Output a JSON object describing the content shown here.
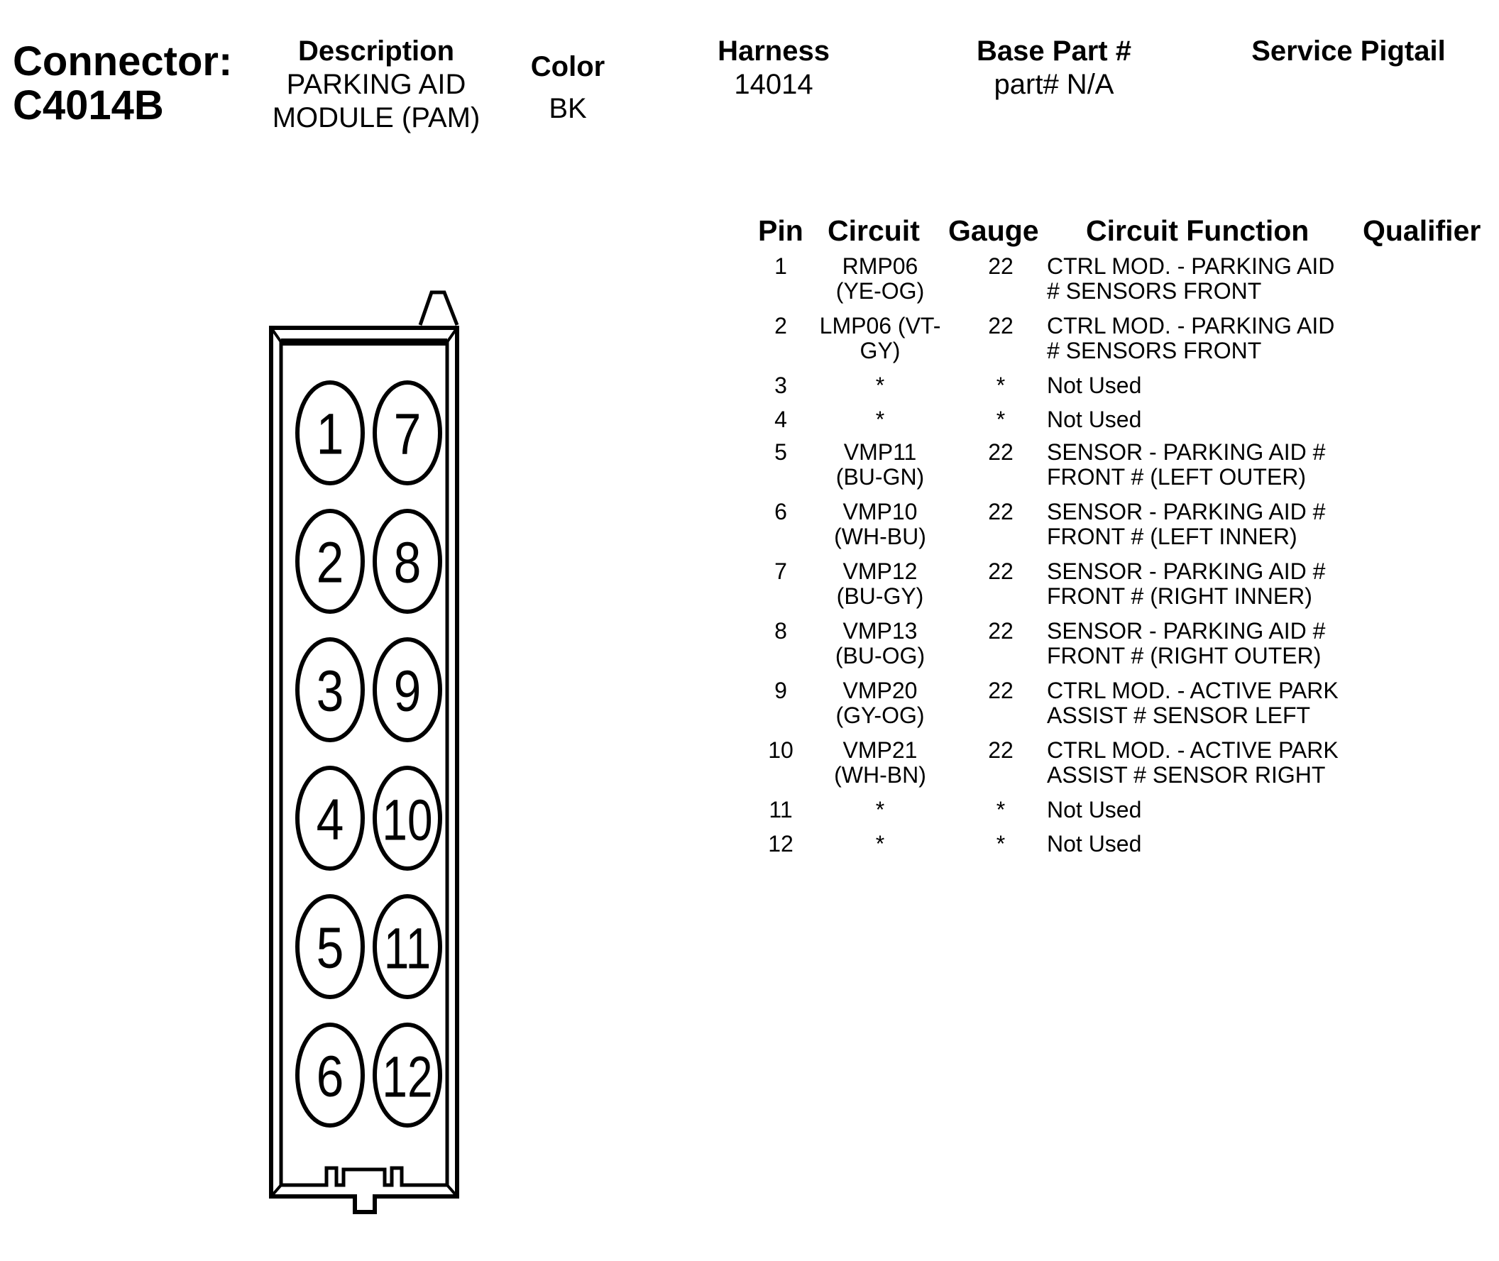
{
  "connector": {
    "label": "Connector:",
    "id": "C4014B"
  },
  "description": {
    "label": "Description",
    "line1": "PARKING AID",
    "line2": "MODULE (PAM)"
  },
  "color": {
    "label": "Color",
    "value": "BK"
  },
  "harness": {
    "label": "Harness",
    "value": "14014"
  },
  "base_part": {
    "label": "Base Part #",
    "value": "part# N/A"
  },
  "service_pigtail": {
    "label": "Service Pigtail",
    "value": ""
  },
  "diagram": {
    "left_column_pins": [
      "1",
      "2",
      "3",
      "4",
      "5",
      "6"
    ],
    "right_column_pins": [
      "7",
      "8",
      "9",
      "10",
      "11",
      "12"
    ]
  },
  "table": {
    "headers": {
      "pin": "Pin",
      "circuit": "Circuit",
      "gauge": "Gauge",
      "function": "Circuit Function",
      "qualifier": "Qualifier"
    },
    "rows": [
      {
        "pin": "1",
        "circuit": [
          "RMP06",
          "(YE-OG)"
        ],
        "gauge": "22",
        "function": [
          "CTRL MOD. - PARKING AID",
          "# SENSORS FRONT"
        ],
        "qualifier": ""
      },
      {
        "pin": "2",
        "circuit": [
          "LMP06 (VT-",
          "GY)"
        ],
        "gauge": "22",
        "function": [
          "CTRL MOD. - PARKING AID",
          "# SENSORS FRONT"
        ],
        "qualifier": ""
      },
      {
        "pin": "3",
        "circuit": [
          "*"
        ],
        "gauge": "*",
        "function": [
          "Not Used"
        ],
        "qualifier": ""
      },
      {
        "pin": "4",
        "circuit": [
          "*"
        ],
        "gauge": "*",
        "function": [
          "Not Used"
        ],
        "qualifier": ""
      },
      {
        "pin": "5",
        "circuit": [
          "VMP11",
          "(BU-GN)"
        ],
        "gauge": "22",
        "function": [
          "SENSOR - PARKING AID #",
          "FRONT # (LEFT OUTER)"
        ],
        "qualifier": ""
      },
      {
        "pin": "6",
        "circuit": [
          "VMP10",
          "(WH-BU)"
        ],
        "gauge": "22",
        "function": [
          "SENSOR - PARKING AID #",
          "FRONT # (LEFT INNER)"
        ],
        "qualifier": ""
      },
      {
        "pin": "7",
        "circuit": [
          "VMP12",
          "(BU-GY)"
        ],
        "gauge": "22",
        "function": [
          "SENSOR - PARKING AID #",
          "FRONT # (RIGHT INNER)"
        ],
        "qualifier": ""
      },
      {
        "pin": "8",
        "circuit": [
          "VMP13",
          "(BU-OG)"
        ],
        "gauge": "22",
        "function": [
          "SENSOR - PARKING AID #",
          "FRONT # (RIGHT OUTER)"
        ],
        "qualifier": ""
      },
      {
        "pin": "9",
        "circuit": [
          "VMP20",
          "(GY-OG)"
        ],
        "gauge": "22",
        "function": [
          "CTRL MOD. - ACTIVE PARK",
          "ASSIST # SENSOR LEFT"
        ],
        "qualifier": ""
      },
      {
        "pin": "10",
        "circuit": [
          "VMP21",
          "(WH-BN)"
        ],
        "gauge": "22",
        "function": [
          "CTRL MOD. - ACTIVE PARK",
          "ASSIST # SENSOR RIGHT"
        ],
        "qualifier": ""
      },
      {
        "pin": "11",
        "circuit": [
          "*"
        ],
        "gauge": "*",
        "function": [
          "Not Used"
        ],
        "qualifier": ""
      },
      {
        "pin": "12",
        "circuit": [
          "*"
        ],
        "gauge": "*",
        "function": [
          "Not Used"
        ],
        "qualifier": ""
      }
    ]
  }
}
